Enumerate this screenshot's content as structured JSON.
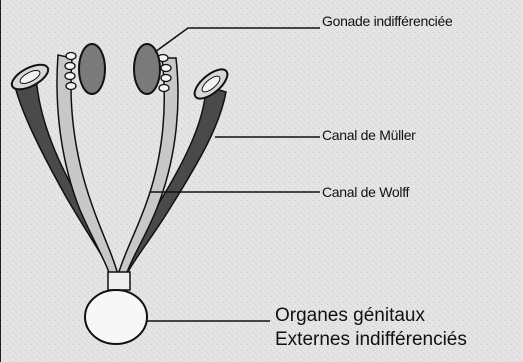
{
  "labels": {
    "gonad": "Gonade indifférenciée",
    "muller": "Canal de Müller",
    "wolff": "Canal de Wolff",
    "organs_line1": "Organes génitaux",
    "organs_line2": "Externes indifférenciés"
  },
  "colors": {
    "background": "#e4e4e4",
    "duct_dark": "#4a4a4a",
    "duct_light": "#c8c8c8",
    "gonad": "#7a7a7a",
    "outline": "#111111"
  }
}
